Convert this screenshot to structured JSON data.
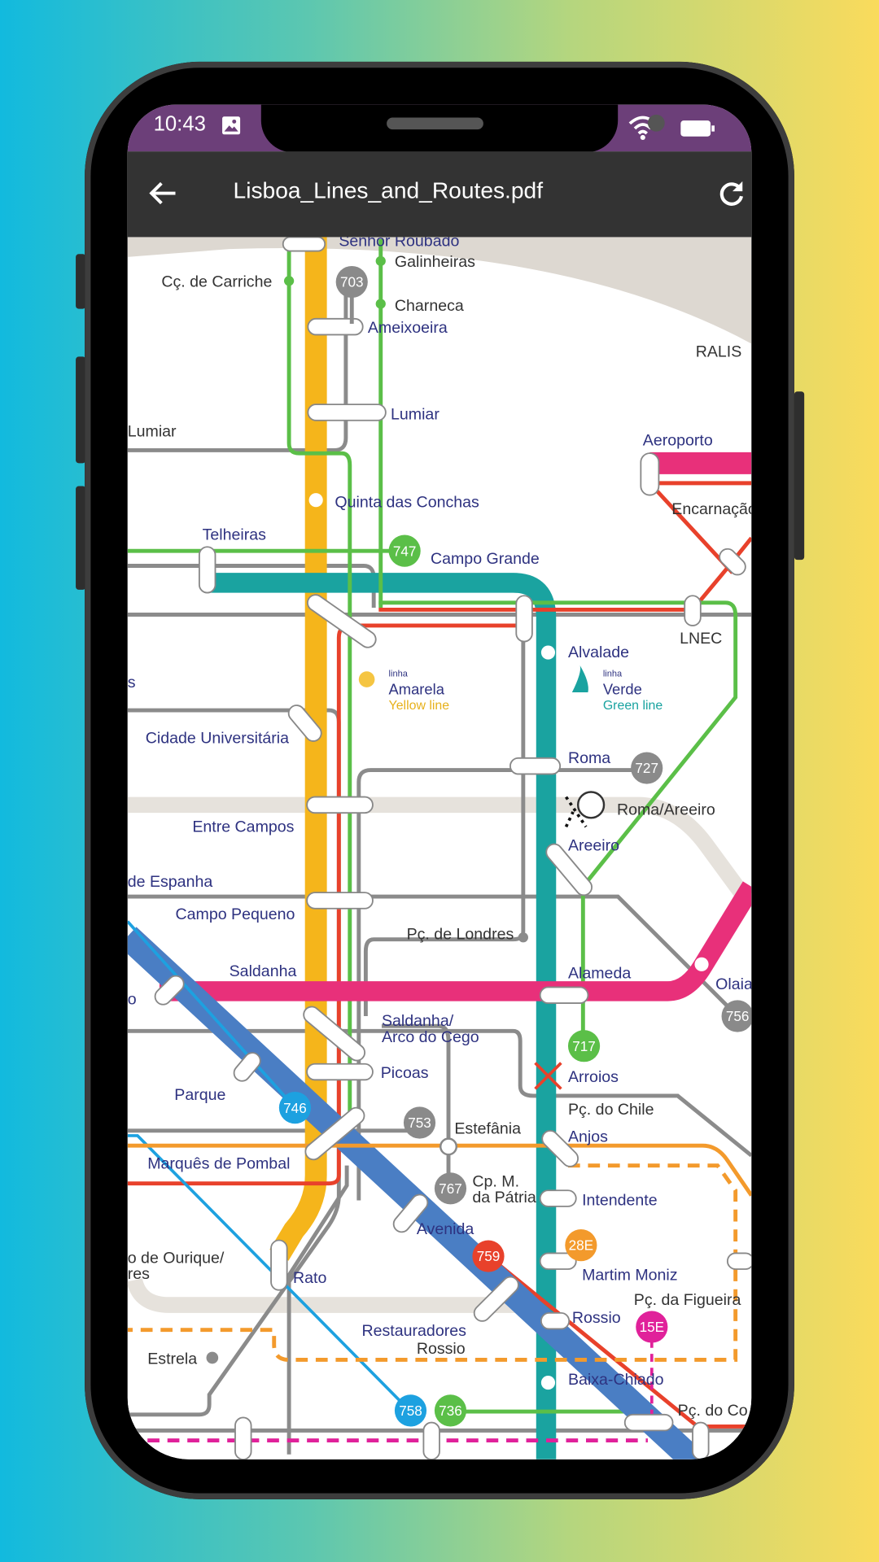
{
  "status_bar": {
    "time": "10:43",
    "icons": [
      "image-icon",
      "wifi-icon",
      "battery-icon"
    ]
  },
  "app_bar": {
    "title": "Lisboa_Lines_and_Routes.pdf",
    "back_icon": "arrow-left-icon",
    "refresh_icon": "refresh-icon"
  },
  "colors": {
    "status_bar": "#6c3f79",
    "app_bar": "#333333",
    "yellow_line": "#f5b51b",
    "green_line": "#1aa3a0",
    "red_line": "#e8412b",
    "blue_line": "#4a7ec4",
    "pink_line": "#e8307a",
    "label_blue": "#2e3280"
  },
  "map": {
    "metro_stations": [
      "Senhor Roubado",
      "Ameixoeira",
      "Lumiar",
      "Quinta das Conchas",
      "Telheiras",
      "Campo Grande",
      "Alvalade",
      "Cidade Universitária",
      "Roma",
      "Areeiro",
      "Entre Campos",
      "Campo Pequeno",
      "Saldanha",
      "Alameda",
      "Saldanha/",
      "Arco do Cego",
      "Picoas",
      "Arroios",
      "Parque",
      "Anjos",
      "Marquês de Pombal",
      "Intendente",
      "Avenida",
      "Martim Moniz",
      "Rato",
      "Restauradores",
      "Rossio",
      "Baixa-Chiado",
      "Aeroporto",
      "Olaia",
      "de Espanha",
      "o",
      "s"
    ],
    "other_stops": [
      "Cç. de Carriche",
      "Galinheiras",
      "Charneca",
      "RALIS",
      "Lumiar",
      "Encarnação",
      "LNEC",
      "Roma/Areeiro",
      "Pç. de Londres",
      "Pç. do Chile",
      "Estefânia",
      "Cp. M.",
      "da Pátria",
      "o de Ourique/",
      "res",
      "Rossio",
      "Estrela",
      "Pç. da Figueira",
      "Pç. do Co"
    ],
    "bus_routes": [
      "703",
      "747",
      "727",
      "756",
      "717",
      "746",
      "753",
      "767",
      "759",
      "28E",
      "15E",
      "758",
      "736"
    ],
    "legend": {
      "yellow": {
        "prefix": "linha",
        "name": "Amarela",
        "en": "Yellow line"
      },
      "green": {
        "prefix": "linha",
        "name": "Verde",
        "en": "Green line"
      }
    }
  }
}
